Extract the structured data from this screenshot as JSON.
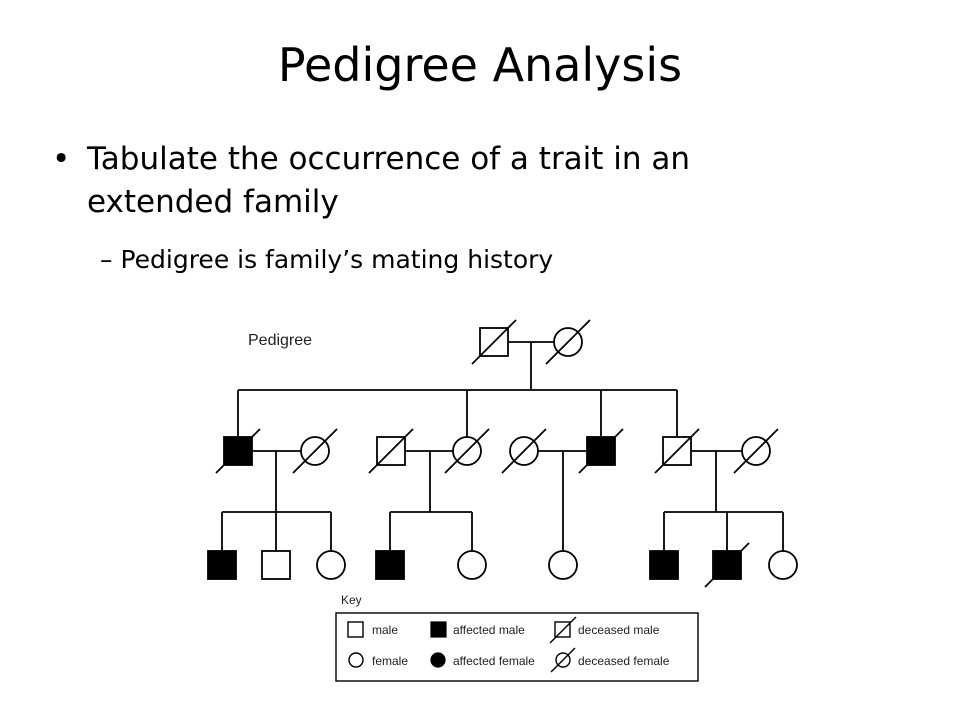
{
  "slide": {
    "title": "Pedigree Analysis",
    "bullet_marker": "•",
    "bullet": "Tabulate the occurrence of a trait in an extended family",
    "sub_marker": "–",
    "sub_bullet": "Pedigree is family’s mating history"
  },
  "diagram": {
    "label": "Pedigree",
    "key": {
      "title": "Key",
      "items": [
        "male",
        "affected male",
        "deceased male",
        "female",
        "affected female",
        "deceased female"
      ]
    }
  }
}
